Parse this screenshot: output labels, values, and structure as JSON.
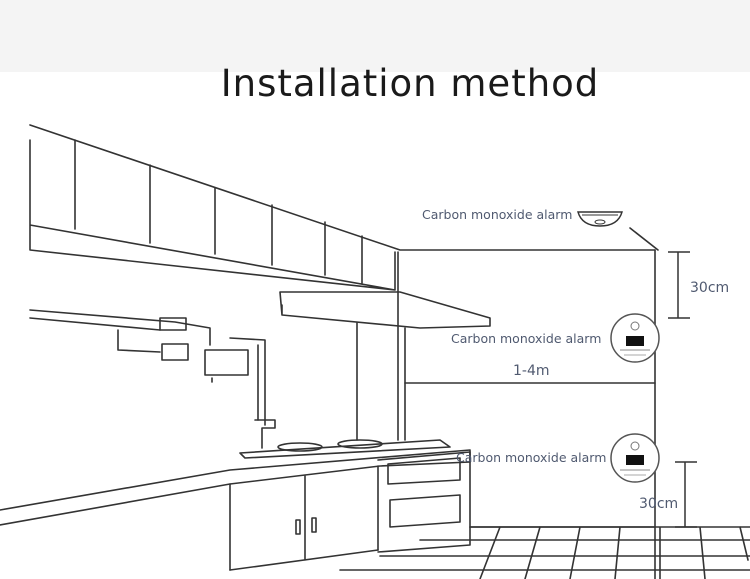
{
  "title": "Installation method",
  "labels": {
    "ceiling_alarm": "Carbon monoxide alarm",
    "wall_alarm_upper": "Carbon monoxide alarm",
    "wall_alarm_lower": "Carbon monoxide alarm",
    "dim_top": "30cm",
    "dim_distance": "1-4m",
    "dim_bottom": "30cm"
  }
}
